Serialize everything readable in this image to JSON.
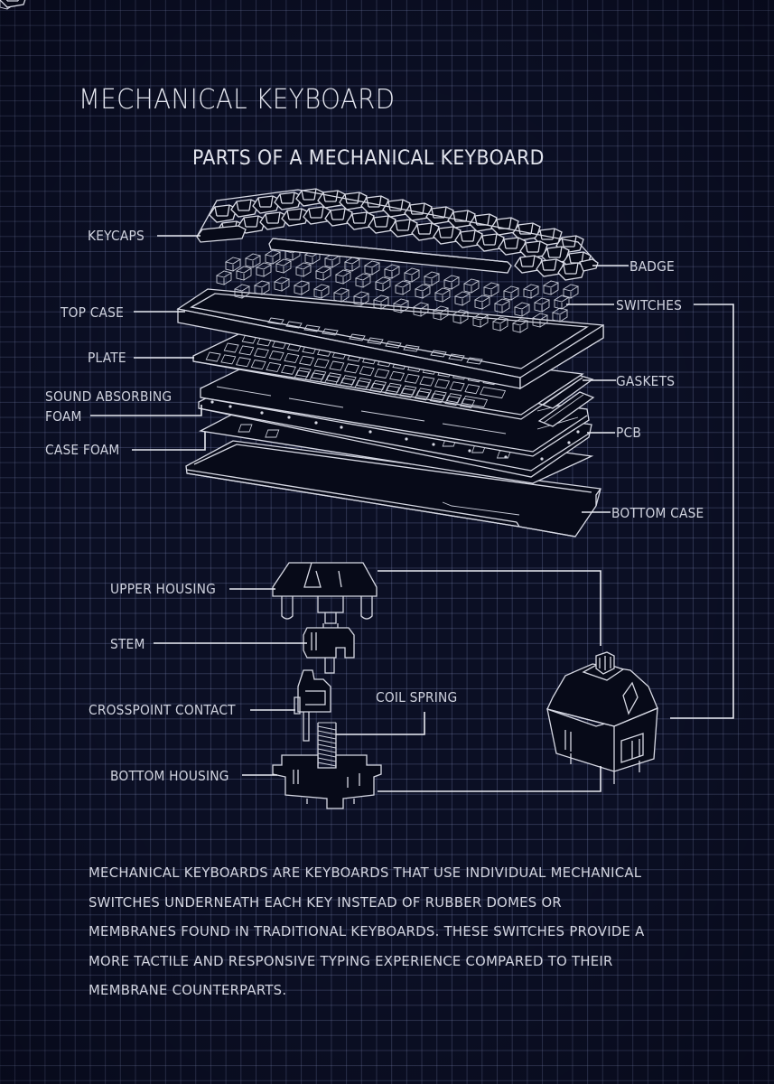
{
  "title": "MECHANICAL KEYBOARD",
  "subtitle": "PARTS OF A MECHANICAL KEYBOARD",
  "keyboard_labels": {
    "keycaps": "KEYCAPS",
    "top_case": "TOP CASE",
    "plate": "PLATE",
    "sound_absorbing_foam_line1": "SOUND ABSORBING",
    "sound_absorbing_foam_line2": "FOAM",
    "case_foam": "CASE FOAM",
    "badge": "BADGE",
    "switches": "SWITCHES",
    "gaskets": "GASKETS",
    "pcb": "PCB",
    "bottom_case": "BOTTOM CASE"
  },
  "switch_labels": {
    "upper_housing": "UPPER HOUSING",
    "stem": "STEM",
    "crosspoint_contact": "CROSSPOINT CONTACT",
    "coil_spring": "COIL SPRING",
    "bottom_housing": "BOTTOM HOUSING"
  },
  "description": {
    "lines": [
      "MECHANICAL KEYBOARDS ARE KEYBOARDS THAT USE INDIVIDUAL MECHANICAL",
      "SWITCHES UNDERNEATH EACH KEY INSTEAD OF RUBBER DOMES OR",
      "MEMBRANES FOUND IN TRADITIONAL KEYBOARDS. THESE SWITCHES PROVIDE A",
      "MORE TACTILE AND RESPONSIVE TYPING EXPERIENCE COMPARED TO THEIR",
      "MEMBRANE COUNTERPARTS."
    ]
  },
  "colors": {
    "background": "#0b0f24",
    "grid": "#5a6290",
    "line_art": "#e8eaf2",
    "text": "#d3d5e0"
  }
}
